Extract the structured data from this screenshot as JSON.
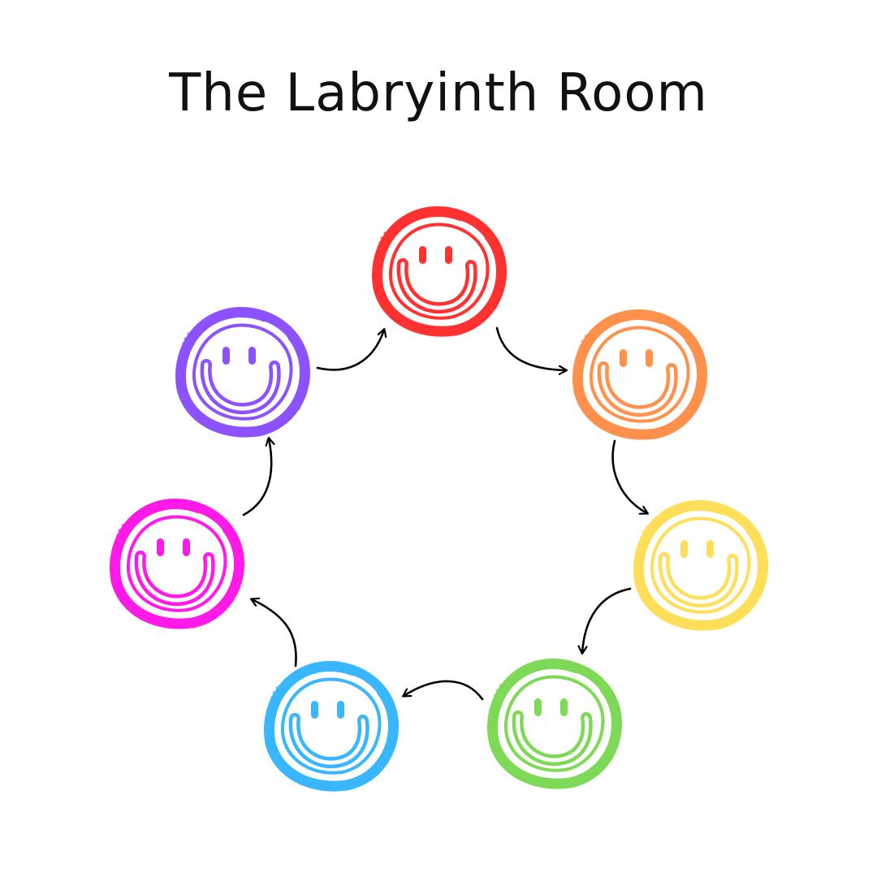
{
  "title": "The Labryinth Room",
  "cycle": [
    {
      "name": "red",
      "color": "#ff3131"
    },
    {
      "name": "orange",
      "color": "#ff914d"
    },
    {
      "name": "yellow",
      "color": "#ffde59"
    },
    {
      "name": "green",
      "color": "#7ed957"
    },
    {
      "name": "blue",
      "color": "#38b6ff"
    },
    {
      "name": "pink",
      "color": "#ff1ae8"
    },
    {
      "name": "purple",
      "color": "#8c52ff"
    }
  ],
  "arrow_color": "#000000",
  "icon": "smiley-face-icon"
}
